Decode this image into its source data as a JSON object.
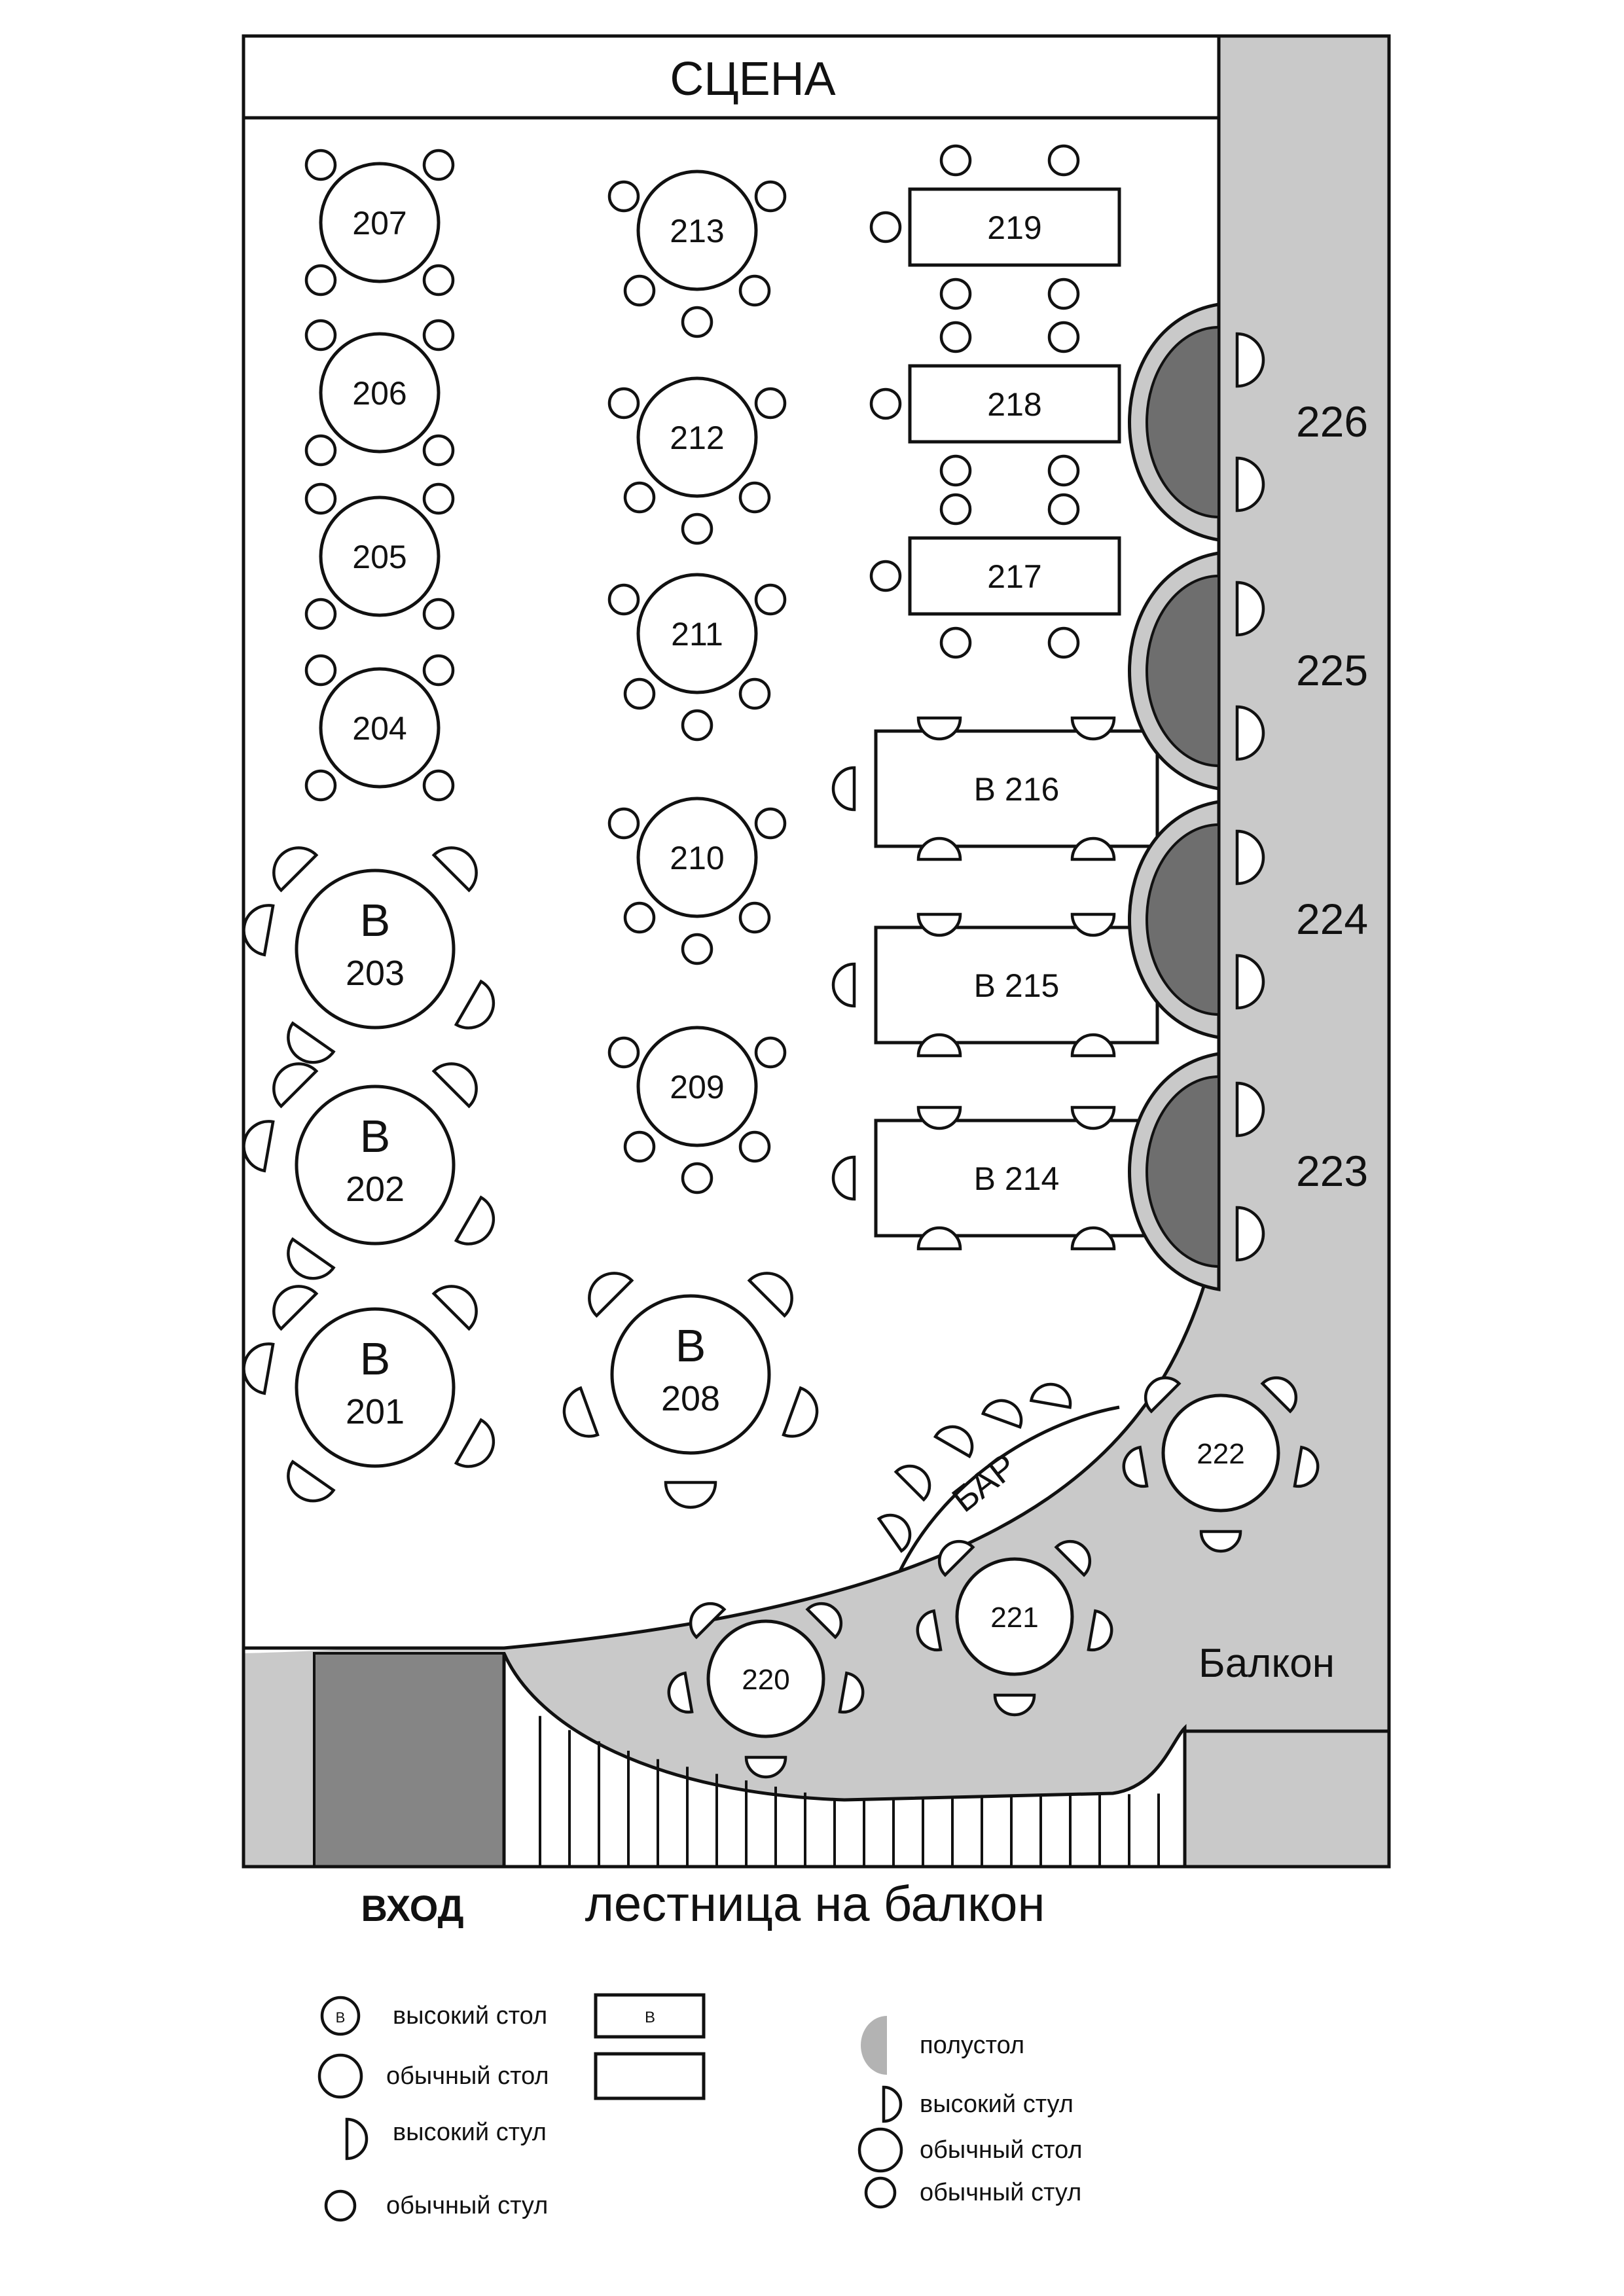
{
  "stage_label": "СЦЕНА",
  "entrance_label": "ВХОД",
  "stairs_label": "лестница на балкон",
  "balcony_label": "Балкон",
  "bar_label": "БАР",
  "high_marker": "В",
  "colors": {
    "balcony": "#c9c9c9",
    "entrance": "#858585",
    "half_table": "#6e6e6e",
    "legend_half_table": "#b3b3b3",
    "line": "#111111"
  },
  "round_tables": [
    {
      "number": "207"
    },
    {
      "number": "206"
    },
    {
      "number": "205"
    },
    {
      "number": "204"
    },
    {
      "number": "213"
    },
    {
      "number": "212"
    },
    {
      "number": "211"
    },
    {
      "number": "210"
    },
    {
      "number": "209"
    }
  ],
  "high_round_tables": [
    {
      "marker": "В",
      "number": "203"
    },
    {
      "marker": "В",
      "number": "202"
    },
    {
      "marker": "В",
      "number": "201"
    },
    {
      "marker": "В",
      "number": "208"
    }
  ],
  "rect_tables": [
    {
      "label": "219"
    },
    {
      "label": "218"
    },
    {
      "label": "217"
    }
  ],
  "high_rect_tables": [
    {
      "label": "В 216"
    },
    {
      "label": "В 215"
    },
    {
      "label": "В 214"
    }
  ],
  "half_tables": [
    {
      "number": "226"
    },
    {
      "number": "225"
    },
    {
      "number": "224"
    },
    {
      "number": "223"
    }
  ],
  "balcony_tables": [
    {
      "number": "222"
    },
    {
      "number": "221"
    },
    {
      "number": "220"
    }
  ],
  "legend": {
    "left": [
      {
        "icon": "high-round-table-icon",
        "marker": "В",
        "label": "высокий стол"
      },
      {
        "icon": "round-table-icon",
        "label": "обычный стол"
      },
      {
        "icon": "high-chair-icon",
        "label": "высокий стул"
      },
      {
        "icon": "chair-icon",
        "label": "обычный стул"
      }
    ],
    "right": [
      {
        "icon": "half-table-icon",
        "label": "полустол"
      },
      {
        "icon": "high-chair-icon",
        "label": "высокий стул"
      },
      {
        "icon": "round-table-icon",
        "label": "обычный стол"
      },
      {
        "icon": "chair-icon",
        "label": "обычный стул"
      }
    ]
  }
}
